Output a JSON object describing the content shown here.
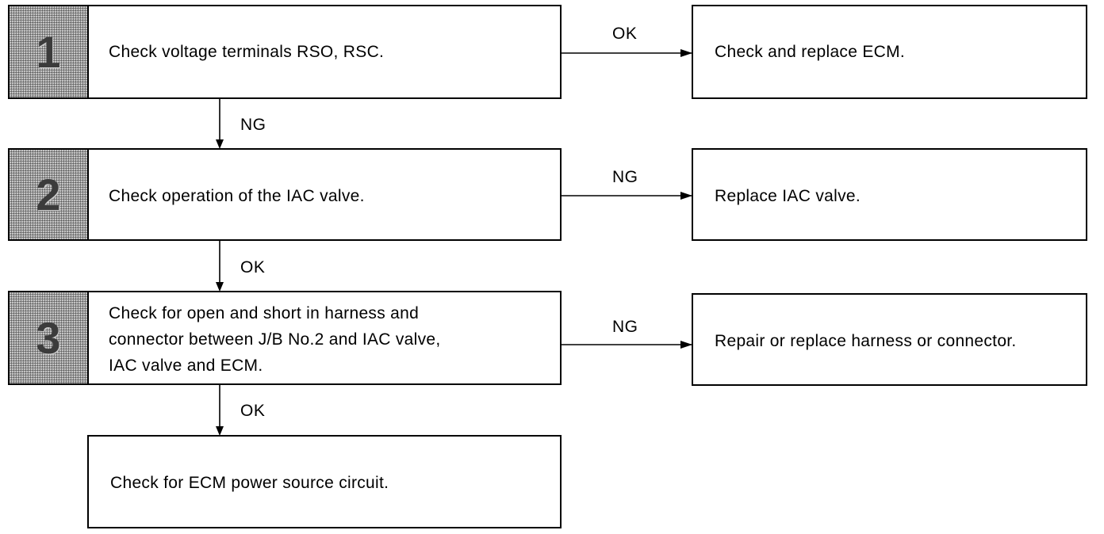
{
  "steps": [
    {
      "number": "1",
      "text_lines": [
        "Check voltage terminals RSO, RSC."
      ]
    },
    {
      "number": "2",
      "text_lines": [
        "Check operation of the IAC valve."
      ]
    },
    {
      "number": "3",
      "text_lines": [
        "Check for open and short in harness and",
        "connector between J/B No.2 and IAC valve,",
        "IAC valve and ECM."
      ]
    }
  ],
  "final_box": {
    "text": "Check for ECM power source circuit."
  },
  "side_boxes": [
    {
      "text": "Check and replace ECM."
    },
    {
      "text": "Replace IAC valve."
    },
    {
      "text": "Repair or replace harness or connector."
    }
  ],
  "down_labels": [
    "NG",
    "OK",
    "OK"
  ],
  "side_labels": [
    "OK",
    "NG",
    "NG"
  ]
}
